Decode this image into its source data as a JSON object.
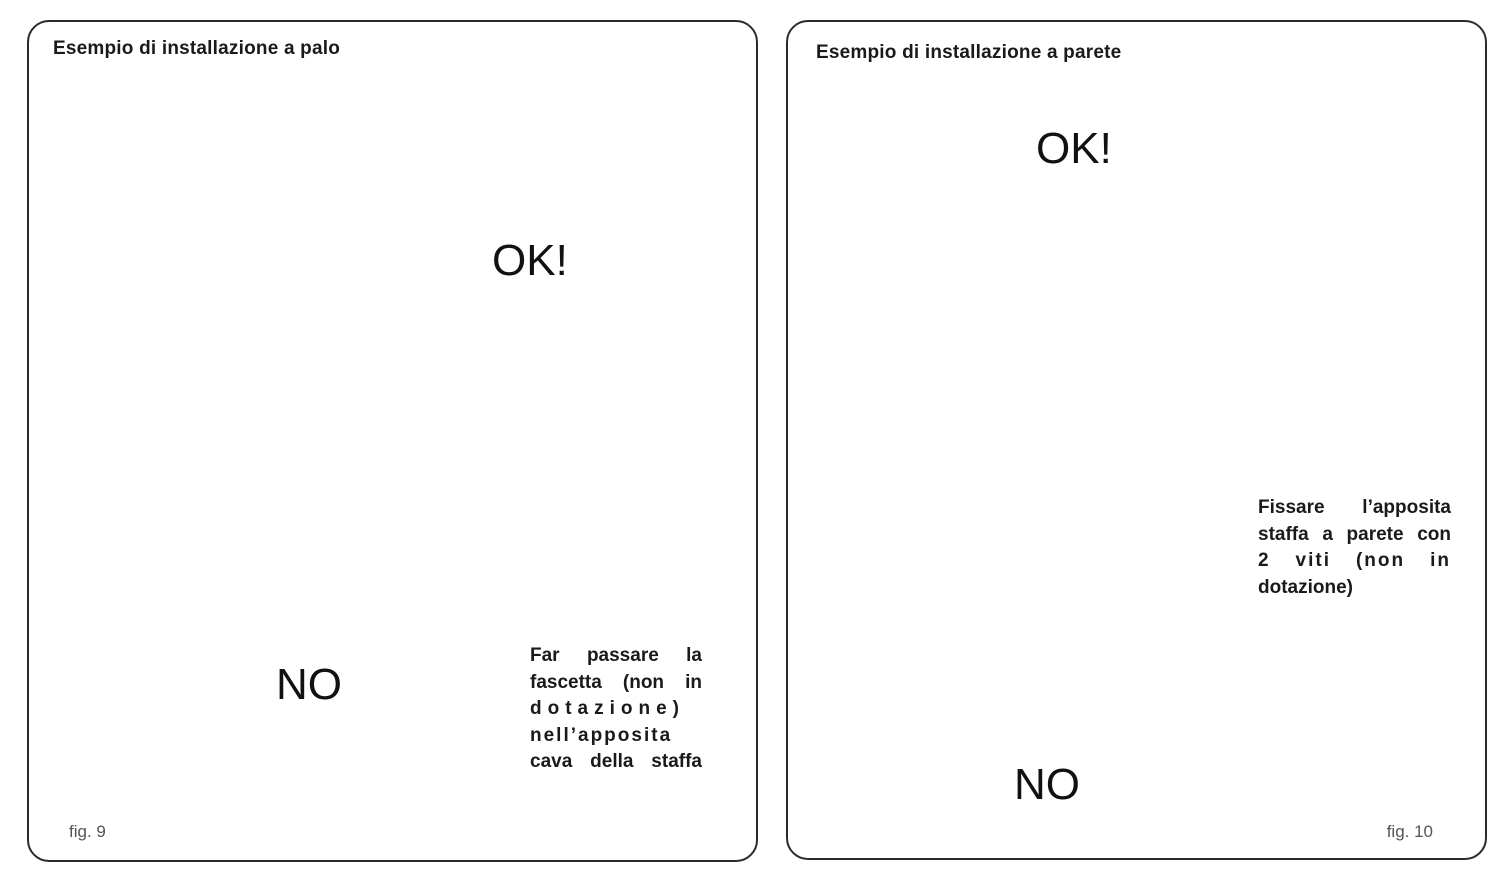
{
  "panels": {
    "pole": {
      "title": "Esempio di installazione a palo",
      "ok_label": "OK!",
      "no_label": "NO",
      "note_lines": [
        "Far passare la",
        "fascetta (non in",
        "dotazione)",
        "nell’apposita",
        "cava della staffa"
      ],
      "figure": "fig. 9"
    },
    "wall": {
      "title": "Esempio di installazione a parete",
      "ok_label": "OK!",
      "no_label": "NO",
      "note_lines": [
        "Fissare l’apposita",
        "staffa a parete con",
        "2 viti (non in",
        "dotazione)"
      ],
      "figure": "fig. 10"
    }
  },
  "colors": {
    "line": "#1a1a1a",
    "border": "#2b2b2b"
  }
}
